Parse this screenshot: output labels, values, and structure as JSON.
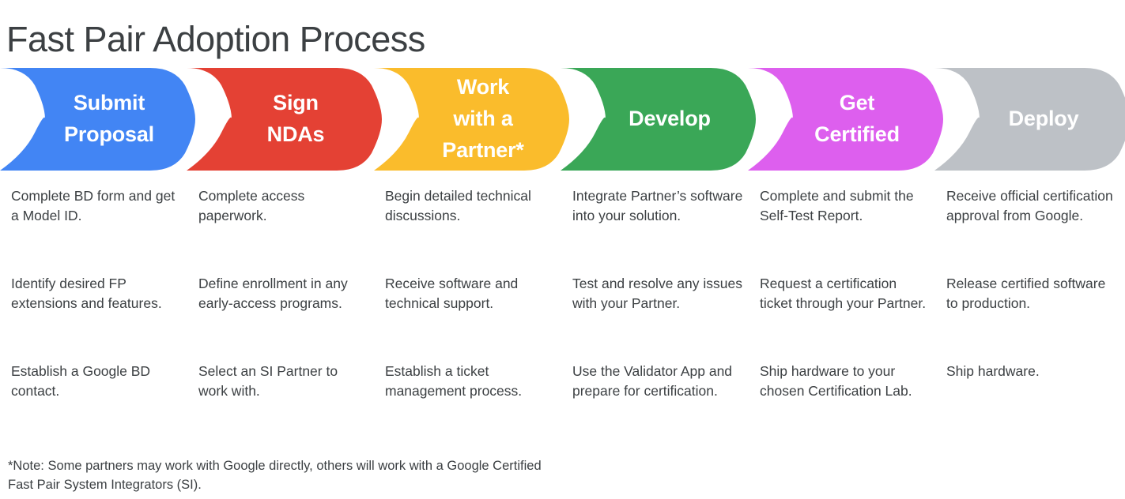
{
  "page": {
    "title": "Fast Pair Adoption Process",
    "background": "#ffffff",
    "text_color": "#3c4043"
  },
  "stages": [
    {
      "id": "submit-proposal",
      "label_lines": [
        "Submit",
        "Proposal"
      ],
      "color": "#4285F4",
      "items": [
        "Complete BD form and get a Model ID.",
        "Identify desired FP extensions and features.",
        "Establish a Google BD contact."
      ]
    },
    {
      "id": "sign-ndas",
      "label_lines": [
        "Sign",
        "NDAs"
      ],
      "color": "#E44134",
      "items": [
        "Complete access paperwork.",
        "Define enrollment in any early-access programs.",
        "Select an SI Partner to work with."
      ]
    },
    {
      "id": "work-with-a-partner",
      "label_lines": [
        "Work",
        "with a",
        "Partner*"
      ],
      "color": "#FABC2C",
      "items": [
        "Begin detailed technical discussions.",
        "Receive software and technical support.",
        "Establish a ticket management process."
      ]
    },
    {
      "id": "develop",
      "label_lines": [
        "Develop"
      ],
      "color": "#3AA757",
      "items": [
        "Integrate Partner’s software into your solution.",
        "Test and resolve any issues with your Partner.",
        "Use the Validator App and prepare for certification."
      ]
    },
    {
      "id": "get-certified",
      "label_lines": [
        "Get",
        "Certified"
      ],
      "color": "#DD5FEE",
      "items": [
        "Complete and submit the Self-Test Report.",
        "Request a certification ticket through your Partner.",
        "Ship hardware to your chosen Certification Lab."
      ]
    },
    {
      "id": "deploy",
      "label_lines": [
        "Deploy"
      ],
      "color": "#BDC1C6",
      "items": [
        "Receive official certification approval from Google.",
        "Release certified software to production.",
        "Ship hardware."
      ]
    }
  ],
  "footnote": "*Note: Some partners may work with Google directly, others will work with a Google Certified Fast Pair System Integrators (SI)."
}
